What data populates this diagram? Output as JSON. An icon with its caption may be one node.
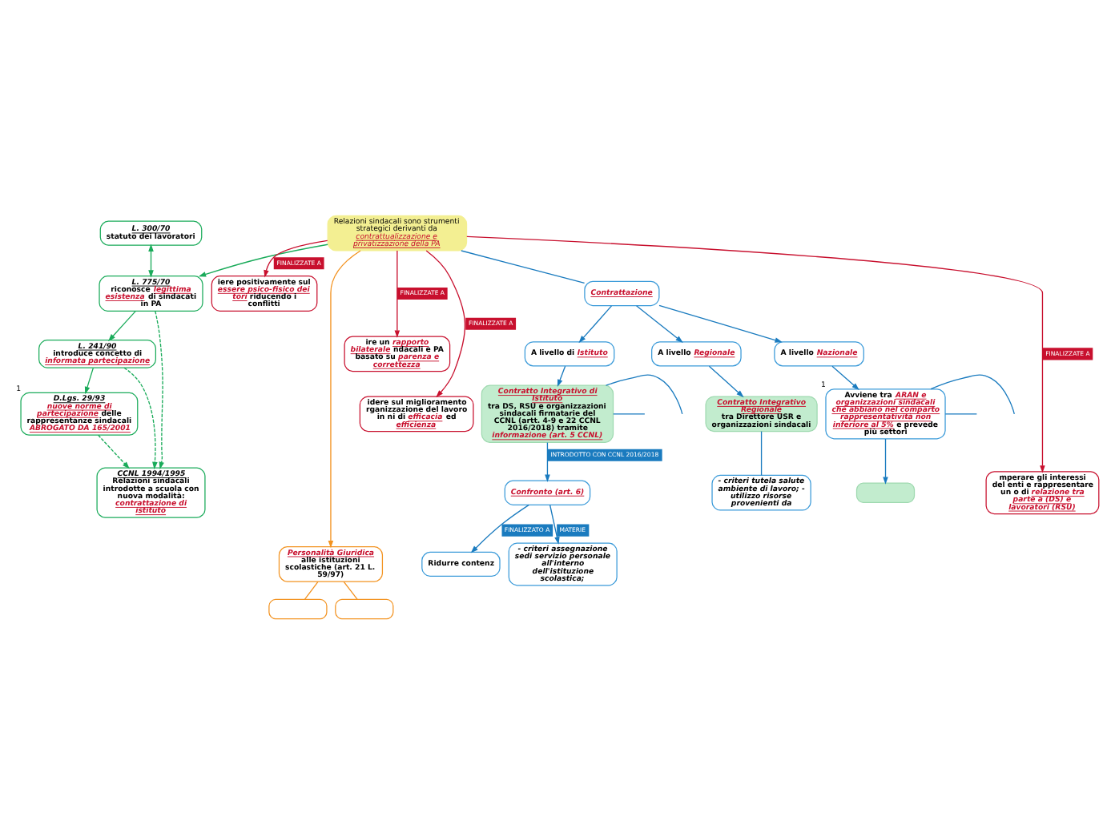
{
  "diagram": {
    "nodes": [
      {
        "text": [
          "D.Lgs. 29/93",
          "*nuove norme di partecipazione* delle rappresentanze sindacali *ABROGATO DA 165/2001*"
        ],
        "beside": [
          "1"
        ]
      },
      {
        "text": [
          "L. 241/90",
          "introduce concetto di *informata partecipazione*"
        ]
      },
      {
        "text": [
          "CCNL 1994/1995",
          "Relazioni sindacali introdotte a scuola con nuova modalità: *contrattazione di istituto*"
        ]
      },
      {
        "text": [
          "L. 300/70",
          "statuto dei lavoratori"
        ]
      },
      {
        "text": [],
        "shape": "box"
      },
      {
        "text": [
          "L. 775/70",
          "riconosce *legittima esistenza* di sindacati in PA"
        ]
      },
      {
        "text": [
          "iere positivamente sul *essere psico-fisico dei tori* riducendo i conflitti"
        ]
      },
      {
        "text": [
          "*Personalità Giuridica* alle istituzioni scolastiche (art. 21 L. 59/97)"
        ]
      },
      {
        "text": [],
        "shape": "box"
      },
      {
        "text": [
          "ire un *rapporto bilaterale* ndacali e PA basato su *parenza e correttezza*"
        ]
      },
      {
        "text": [
          "Relazioni sindacali sono strumenti strategici derivanti da *contrattualizzazione e privatizzazione della PA*"
        ]
      },
      {
        "text": [
          "idere sul miglioramento rganizzazione del lavoro in ni di *efficacia* ed *efficienza*"
        ]
      },
      {
        "text": [
          "A livello di *Istituto*"
        ]
      },
      {
        "text": [
          "Contrattazione"
        ]
      },
      {
        "text": [
          "mperare gli interessi del enti e rappresentare un o di *relazione tra parte a (DS) e lavoratori (RSU)*"
        ]
      },
      {
        "text": [
          "Contratto Integrativo di Istituto",
          "tra DS, RSU e organizzazioni sindacali firmatarie del CCNL (artt. 4-9 e 22 CCNL 2016/2018) tramite *informazione (art. 5 CCNL)*"
        ]
      },
      {
        "text": [
          "A livello *Regionale*"
        ]
      },
      {
        "text": [
          "A livello *Nazionale*"
        ]
      },
      {
        "text": [
          "Confronto (art. 6)"
        ]
      },
      {
        "text": [
          "Contratto Integrativo Regionale",
          "tra Direttore USR e organizzazioni sindacali"
        ]
      },
      {
        "text": [
          "Avviene tra *ARAN e organizzazioni sindacali che abbiano nel comparto rappresentatività non inferiore al 5%* e prevede più settori"
        ],
        "beside": [
          "1"
        ]
      },
      {
        "text": [
          "Ridurre contenz"
        ]
      },
      {
        "text": [
          "- criteri tutela salute ambiente di lavoro; - utilizzo risorse provenienti da"
        ]
      },
      {
        "text": [
          "- criteri assegnazione sedi servizio personale all'interno dell'istituzione scolastica;"
        ]
      },
      {
        "text": [],
        "shape": "box"
      }
    ],
    "edges": [
      {
        "from": 10,
        "to": 5,
        "arrow": "to",
        "color": "#1aab5a"
      },
      {
        "from": 5,
        "to": 1,
        "arrow": "to",
        "color": "#1aab5a"
      },
      {
        "from": 1,
        "to": 0,
        "arrow": "to",
        "color": "#1aab5a"
      },
      {
        "from": 1,
        "to": 2,
        "arrow": "to",
        "style": "dashed",
        "color": "#1aab5a"
      },
      {
        "from": 0,
        "to": 2,
        "arrow": "to",
        "style": "dashed",
        "color": "#1aab5a"
      },
      {
        "from": 5,
        "to": 2,
        "arrow": "to",
        "style": "dashed",
        "color": "#1aab5a"
      },
      {
        "from": 3,
        "to": 5,
        "arrow": "both",
        "color": "#1aab5a"
      },
      {
        "from": 10,
        "to": 6,
        "arrow": "to",
        "label": "FINALIZZATE A",
        "color": "#c8102e"
      },
      {
        "from": 10,
        "to": 9,
        "arrow": "to",
        "label": "FINALIZZATE A",
        "color": "#c8102e"
      },
      {
        "from": 10,
        "to": 11,
        "arrow": "to",
        "label": "FINALIZZATE A",
        "color": "#c8102e"
      },
      {
        "from": 10,
        "to": 14,
        "arrow": "to",
        "label": "FINALIZZATE A",
        "color": "#c8102e"
      },
      {
        "from": 10,
        "to": 7,
        "arrow": "to",
        "color": "#f39321"
      },
      {
        "from": 7,
        "to": 4,
        "arrow": "none",
        "color": "#f39321"
      },
      {
        "from": 7,
        "to": 8,
        "arrow": "none",
        "color": "#f39321"
      },
      {
        "from": 10,
        "to": 13,
        "arrow": "none"
      },
      {
        "from": 13,
        "to": 12,
        "arrow": "to"
      },
      {
        "from": 13,
        "to": 16,
        "arrow": "to"
      },
      {
        "from": 13,
        "to": 17,
        "arrow": "to"
      },
      {
        "from": 12,
        "to": 15,
        "arrow": "to"
      },
      {
        "from": 15,
        "to": 18,
        "arrow": "to",
        "label": "INTRODOTTO CON CCNL 2016/2018"
      },
      {
        "from": 15,
        "to": null,
        "arrow": "none"
      },
      {
        "from": 15,
        "to": null,
        "arrow": "none"
      },
      {
        "from": 18,
        "to": 21,
        "arrow": "to",
        "label": "FINALIZZATO A"
      },
      {
        "from": 18,
        "to": 23,
        "arrow": "to",
        "label": "MATERIE"
      },
      {
        "from": 16,
        "to": 19,
        "arrow": "to"
      },
      {
        "from": 19,
        "to": 22,
        "arrow": "none"
      },
      {
        "from": 17,
        "to": 20,
        "arrow": "to"
      },
      {
        "from": 20,
        "to": 24,
        "arrow": "to"
      },
      {
        "from": 20,
        "to": null,
        "arrow": "none"
      },
      {
        "from": 20,
        "to": null,
        "arrow": "none"
      }
    ]
  }
}
